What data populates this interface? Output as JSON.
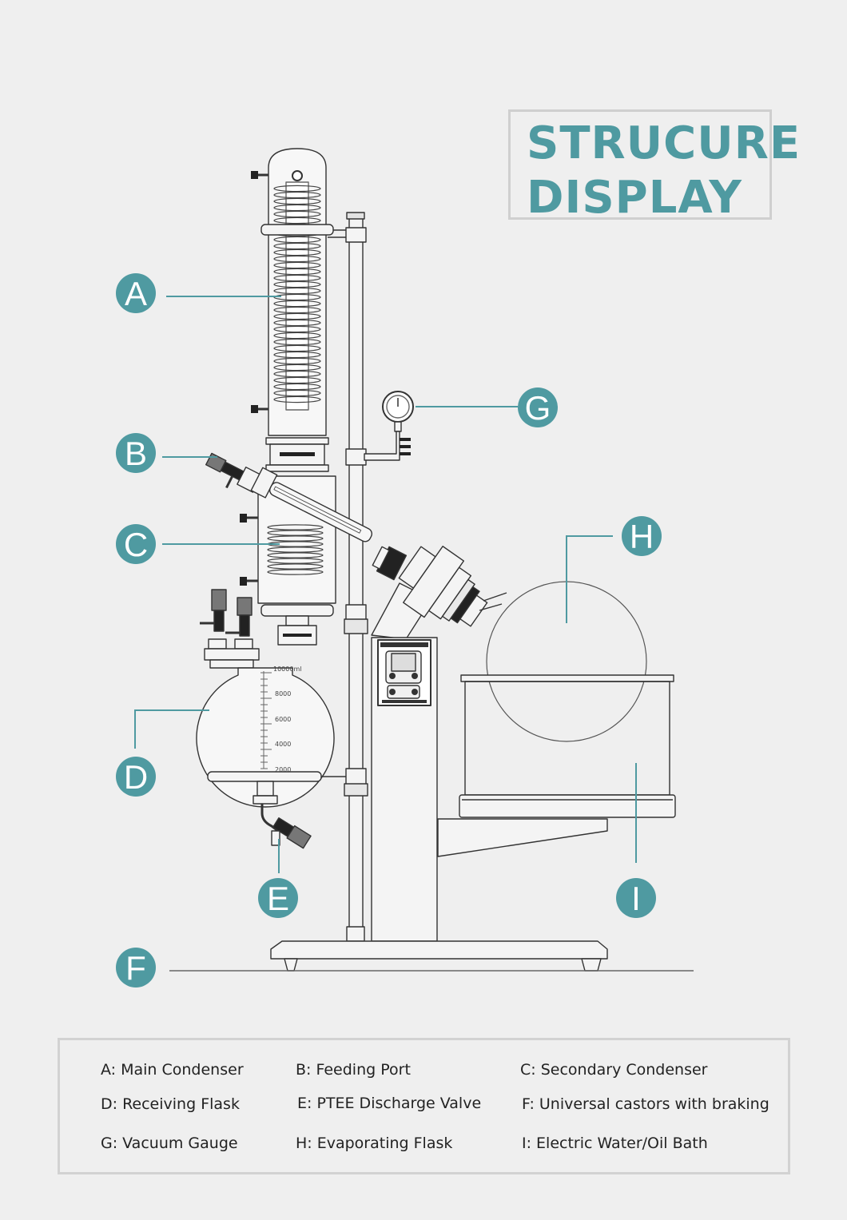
{
  "title": {
    "line1": "STRUCURE",
    "line2": "DISPLAY"
  },
  "callouts": [
    {
      "id": "A",
      "letter": "A"
    },
    {
      "id": "B",
      "letter": "B"
    },
    {
      "id": "C",
      "letter": "C"
    },
    {
      "id": "D",
      "letter": "D"
    },
    {
      "id": "E",
      "letter": "E"
    },
    {
      "id": "F",
      "letter": "F"
    },
    {
      "id": "G",
      "letter": "G"
    },
    {
      "id": "H",
      "letter": "H"
    },
    {
      "id": "I",
      "letter": "I"
    }
  ],
  "flask_scale": [
    "10000ml",
    "8000",
    "6000",
    "4000",
    "2000"
  ],
  "legend": [
    {
      "id": "A",
      "text": "A: Main Condenser"
    },
    {
      "id": "B",
      "text": "B: Feeding Port"
    },
    {
      "id": "C",
      "text": "C:  Secondary Condenser"
    },
    {
      "id": "D",
      "text": "D: Receiving Flask"
    },
    {
      "id": "E",
      "text": "E: PTEE Discharge Valve"
    },
    {
      "id": "F",
      "text": "F: Universal castors with braking"
    },
    {
      "id": "G",
      "text": "G: Vacuum Gauge"
    },
    {
      "id": "H",
      "text": "H: Evaporating Flask"
    },
    {
      "id": "I",
      "text": "I: Electric Water/Oil Bath"
    }
  ],
  "colors": {
    "accent": "#4f9aa1",
    "line": "#333333",
    "background": "#efefef"
  }
}
